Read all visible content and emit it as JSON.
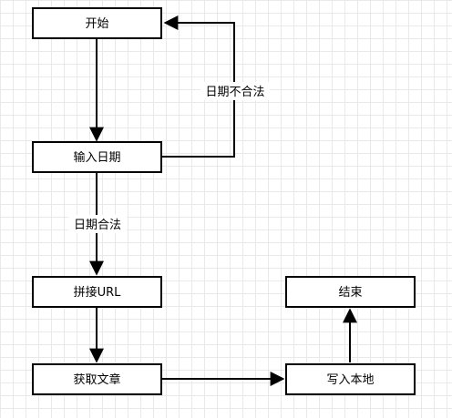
{
  "nodes": {
    "start": "开始",
    "input_date": "输入日期",
    "build_url": "拼接URL",
    "fetch_article": "获取文章",
    "write_local": "写入本地",
    "end": "结束"
  },
  "edges": {
    "invalid_date": "日期不合法",
    "valid_date": "日期合法"
  }
}
